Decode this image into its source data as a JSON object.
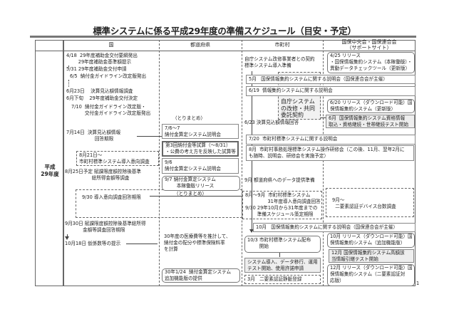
{
  "title": "標準システムに係る平成29年度の準備スケジュール（目安・予定）",
  "headers": {
    "kuni": "国",
    "todofuken": "都道府県",
    "shichoson": "市町村",
    "kokuho": "国保中央会・国保連合会\n（サポートサイト）"
  },
  "row_label": "平成\n29年度",
  "kuni": {
    "i1": "4/18  29年度補助金交付要綱発出\n        29年度補助金基準額提示",
    "i2": "5/31 29年度補助金交付申請",
    "i3": "6/5  納付金ガイドライン改定版発出",
    "i4": "6月23日    決算見込額情報調査",
    "i5": "6月下旬    29年度補助金交付決定",
    "i6": "7/10  納付金ガイドライン改定版・\n         交付金ガイドライン改定版発出",
    "i7": "7月14日  決算見込額情報\n                   回答期限",
    "i8": "8月21日～\n市町村標準システム導入意向調査",
    "i9": "8月25日予定 賦課限度額控除後基準\n                  総所得金額等調査",
    "i10": "9/30 導入意向調査回答期限",
    "i11": "9月30日 賦課限度額控除後基準総所得\n            金額等調査回答期限",
    "i12": "10月18日 仮係数等の提示"
  },
  "todofuken": {
    "torimatome1": "（とりまとめ）",
    "i1": "7/6～7\n納付金算定システム説明会",
    "i2": "第3回納付金等試算（～8/31）\n・公費の考え方を反映した試算等",
    "i3": "9/6\n納付金算定システム説明会",
    "i4": "9/7 納付金算定システム\n        本稼働版リリース",
    "torimatome2": "（とりまとめ）",
    "i5": "30年度の医療費等を推計して、\n納付金の配分や標準保険料率\nを計算",
    "i6": "30年1/24  納付金算定システム\n追加機能版の提供"
  },
  "shichoson": {
    "i1": "自庁システム改修事業者との契約\n標準システム導入準備",
    "i2": "自庁システム\nの改修・共同\n委託契約",
    "i3": "6/23 決算見込額情報回答",
    "i4": "9月 都道府県へのデータ提供準備",
    "i5": "8月～9月  市町村標準システム\n               31年度導入意向調査回答\n9/30 29年10月から31年度までの\n        準備スケジュール策定期限",
    "i6": "10/3 市町村標準システム配布\n        開始",
    "i7": "システム導入、データ移行、運用\nテスト開始、使用許諾申請",
    "i8": "3月   二要素認証静脈登録"
  },
  "spanning": {
    "s1": "5月   国保情報集約システムに関する説明会（国保連合会が主催）",
    "s2": "6/19  情報集約システムに関する説明会",
    "s3": "7/20  市町村標準システムに関する説明会",
    "s4": "8月  市町村事務処理標準システム操作研修会（この後、11月、翌年2月に\nも随時、説明会、研修会を実施予定）",
    "s5": "10月   国保情報集約システムに関する説明会（国保連合会が主催）"
  },
  "kokuho": {
    "i1": "4/25 リリース\n・国保情報集約システム（本稼働版）・\n異動データチェックツール（更新版）",
    "i2": "6/20 リリース（ダウンロード可能）国\n保情報集約システム（更新版）",
    "i3": "6月  国保情報集約システム資格情報\n取込・資格継続・世帯継続テスト開始",
    "i4": "9月～\n  二要素認証デバイス台数調査",
    "i5": "10月 リリース（ダウンロード可能）国\n保情報集約システム（追加機能版）",
    "i6": "12月 国保情報集約システム高額該\n当情報引継テスト開始",
    "i7": "12月 リリース（ダウンロード可能）国\n保情報集約システム（二要素認証対\n応版）"
  },
  "page_number": "1"
}
